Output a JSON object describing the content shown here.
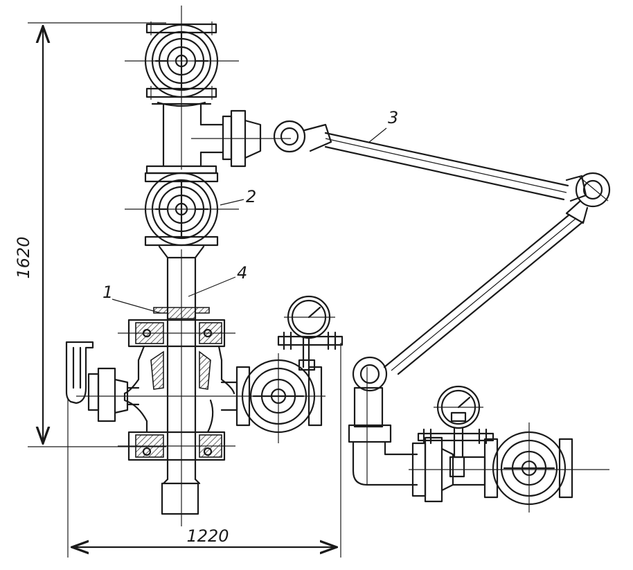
{
  "dimensions": {
    "height": "1620",
    "width": "1220"
  },
  "callouts": [
    "1",
    "2",
    "3",
    "4"
  ]
}
